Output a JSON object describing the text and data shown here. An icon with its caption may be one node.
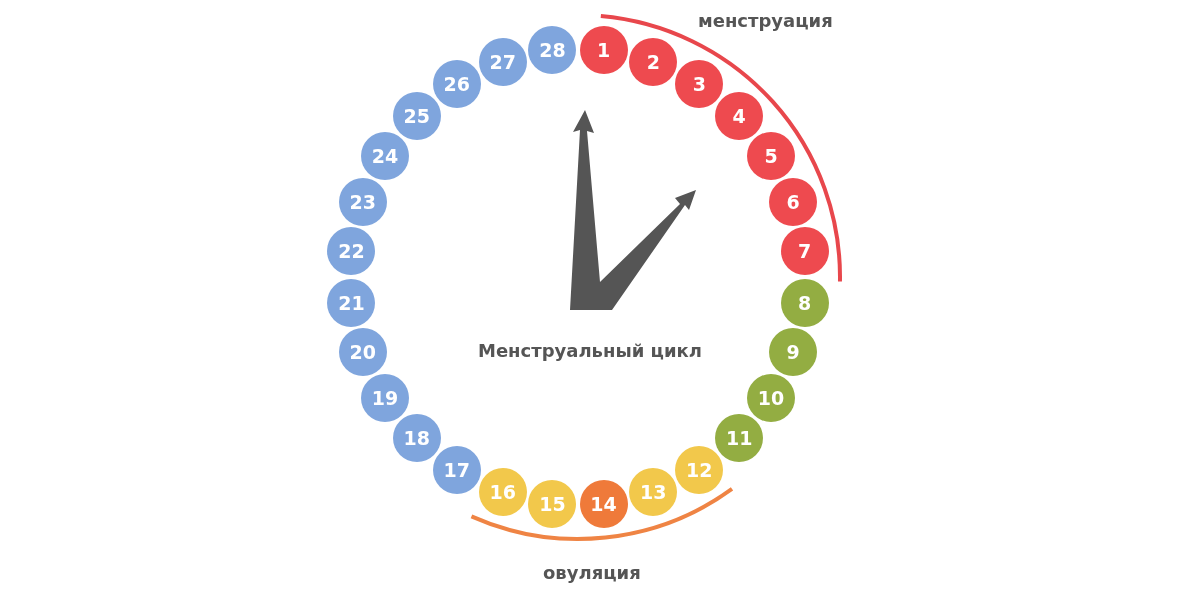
{
  "diagram": {
    "nodes": [
      {
        "text": [
          "1"
        ]
      },
      {
        "text": [
          "2"
        ]
      },
      {
        "text": [
          "3"
        ]
      },
      {
        "text": [
          "4"
        ]
      },
      {
        "text": [
          "5"
        ]
      },
      {
        "text": [
          "6"
        ]
      },
      {
        "text": [
          "7"
        ]
      },
      {
        "text": [
          "8"
        ]
      },
      {
        "text": [
          "9"
        ]
      },
      {
        "text": [
          "10"
        ]
      },
      {
        "text": [
          "11"
        ]
      },
      {
        "text": [
          "12"
        ]
      },
      {
        "text": [
          "13"
        ]
      },
      {
        "text": [
          "14"
        ]
      },
      {
        "text": [
          "15"
        ]
      },
      {
        "text": [
          "16"
        ]
      },
      {
        "text": [
          "17"
        ]
      },
      {
        "text": [
          "18"
        ]
      },
      {
        "text": [
          "19"
        ]
      },
      {
        "text": [
          "20"
        ]
      },
      {
        "text": [
          "21"
        ]
      },
      {
        "text": [
          "22"
        ]
      },
      {
        "text": [
          "23"
        ]
      },
      {
        "text": [
          "24"
        ]
      },
      {
        "text": [
          "25"
        ]
      },
      {
        "text": [
          "26"
        ]
      },
      {
        "text": [
          "27"
        ]
      },
      {
        "text": [
          "28"
        ]
      }
    ],
    "labels": [
      "менструация",
      "Менструальный цикл",
      "овуляция"
    ]
  }
}
